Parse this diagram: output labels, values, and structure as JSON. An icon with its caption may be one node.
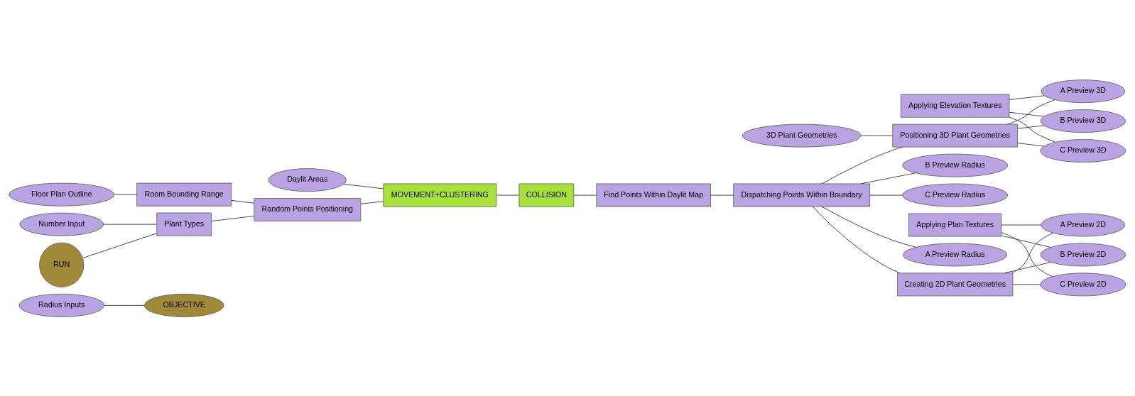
{
  "diagram": {
    "nodes": [
      {
        "text": [
          "Radius Inputs"
        ]
      },
      {
        "text": [
          "Floor Plan Outline"
        ]
      },
      {
        "text": [
          "Daylit Areas"
        ]
      },
      {
        "text": [
          "RUN"
        ]
      },
      {
        "text": [
          "Number Input"
        ]
      },
      {
        "text": [
          "3D Plant Geometries"
        ]
      },
      {
        "text": [
          "Room Bounding Range"
        ]
      },
      {
        "text": [
          "Random Points Positioning"
        ]
      },
      {
        "text": [
          "Plant Types"
        ]
      },
      {
        "text": [
          "MOVEMENT+CLUSTERING"
        ]
      },
      {
        "text": [
          "COLLISION"
        ]
      },
      {
        "text": [
          "Find Points Within Daylit Map"
        ]
      },
      {
        "text": [
          "Dispatching Points Within Boundary"
        ]
      },
      {
        "text": [
          "Creating 2D Plant Geometries"
        ]
      },
      {
        "text": [
          "Applying Plan Textures"
        ]
      },
      {
        "text": [
          "Applying Elevation Textures"
        ]
      },
      {
        "text": [
          "Positioning 3D Plant Geometries"
        ]
      },
      {
        "text": [
          "OBJECTIVE"
        ]
      },
      {
        "text": [
          "A Preview Radius"
        ]
      },
      {
        "text": [
          "B Preview Radius"
        ]
      },
      {
        "text": [
          "C Preview Radius"
        ]
      },
      {
        "text": [
          "A Preview 2D"
        ]
      },
      {
        "text": [
          "B Preview 2D"
        ]
      },
      {
        "text": [
          "C Preview 2D"
        ]
      },
      {
        "text": [
          "A Preview 3D"
        ]
      },
      {
        "text": [
          "B Preview 3D"
        ]
      },
      {
        "text": [
          "C Preview 3D"
        ]
      }
    ],
    "edges": [
      {
        "from": 0,
        "to": 17,
        "arrow": "none"
      },
      {
        "from": 1,
        "to": 6,
        "arrow": "none"
      },
      {
        "from": 6,
        "to": 7,
        "arrow": "none"
      },
      {
        "from": 3,
        "to": 8,
        "arrow": "none"
      },
      {
        "from": 4,
        "to": 8,
        "arrow": "none"
      },
      {
        "from": 8,
        "to": 7,
        "arrow": "none"
      },
      {
        "from": 7,
        "to": 9,
        "arrow": "none"
      },
      {
        "from": 2,
        "to": 9,
        "arrow": "none"
      },
      {
        "from": 9,
        "to": 10,
        "arrow": "none"
      },
      {
        "from": 10,
        "to": 11,
        "arrow": "none"
      },
      {
        "from": 11,
        "to": 12,
        "arrow": "none"
      },
      {
        "from": 12,
        "to": 18,
        "arrow": "none"
      },
      {
        "from": 12,
        "to": 19,
        "arrow": "none"
      },
      {
        "from": 12,
        "to": 20,
        "arrow": "none"
      },
      {
        "from": 12,
        "to": 13,
        "arrow": "none"
      },
      {
        "from": 12,
        "to": 16,
        "arrow": "none"
      },
      {
        "from": 13,
        "to": 21,
        "arrow": "none"
      },
      {
        "from": 13,
        "to": 22,
        "arrow": "none"
      },
      {
        "from": 13,
        "to": 23,
        "arrow": "none"
      },
      {
        "from": 14,
        "to": 21,
        "arrow": "none"
      },
      {
        "from": 14,
        "to": 22,
        "arrow": "none"
      },
      {
        "from": 14,
        "to": 23,
        "arrow": "none"
      },
      {
        "from": 5,
        "to": 16,
        "arrow": "none"
      },
      {
        "from": 16,
        "to": 24,
        "arrow": "none"
      },
      {
        "from": 16,
        "to": 25,
        "arrow": "none"
      },
      {
        "from": 16,
        "to": 26,
        "arrow": "none"
      },
      {
        "from": 15,
        "to": 24,
        "arrow": "none"
      },
      {
        "from": 15,
        "to": 25,
        "arrow": "none"
      },
      {
        "from": 15,
        "to": 26,
        "arrow": "none"
      }
    ]
  }
}
